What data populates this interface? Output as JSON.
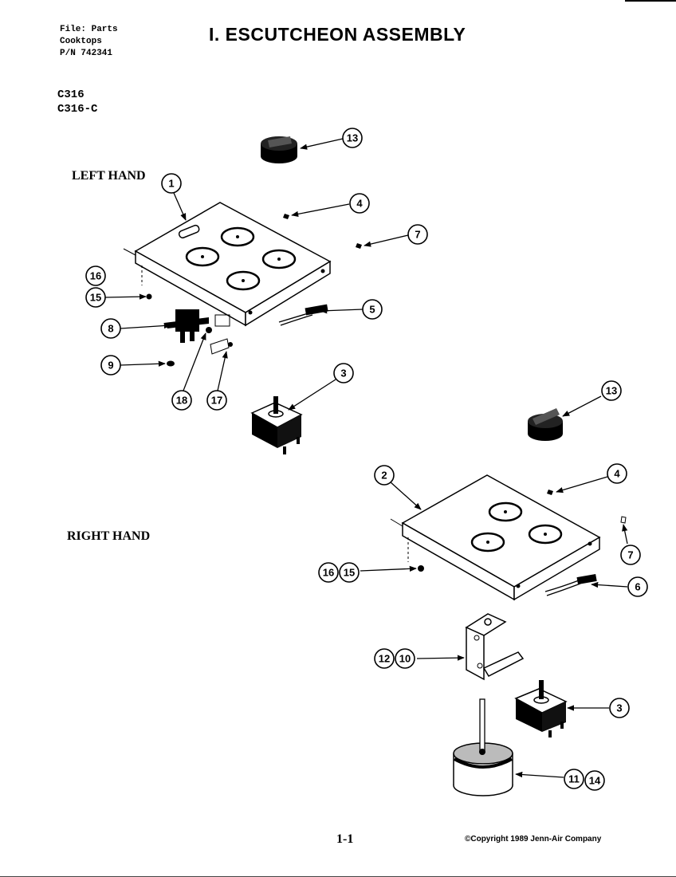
{
  "header": {
    "file_line": "File: Parts",
    "category_line": "Cooktops",
    "pn_line": "P/N 742341",
    "title": "I. ESCUTCHEON ASSEMBLY"
  },
  "models": [
    "C316",
    "C316-C"
  ],
  "sections": {
    "left": "LEFT HAND",
    "right": "RIGHT HAND"
  },
  "callouts": {
    "left_knob": "13",
    "left_panel": "1",
    "left_screw_4": "4",
    "left_screw_7": "7",
    "left_16": "16",
    "left_15": "15",
    "left_switch_8": "8",
    "left_9": "9",
    "left_18": "18",
    "left_17": "17",
    "left_wire_5": "5",
    "left_sw_3": "3",
    "right_knob": "13",
    "right_panel": "2",
    "right_screw_4": "4",
    "right_screw_7": "7",
    "right_16": "16",
    "right_15": "15",
    "right_wire_6": "6",
    "right_12": "12",
    "right_10": "10",
    "right_sw_3": "3",
    "right_11": "11",
    "right_14": "14"
  },
  "footer": {
    "page": "1-1",
    "copyright": "©Copyright 1989 Jenn-Air Company"
  }
}
